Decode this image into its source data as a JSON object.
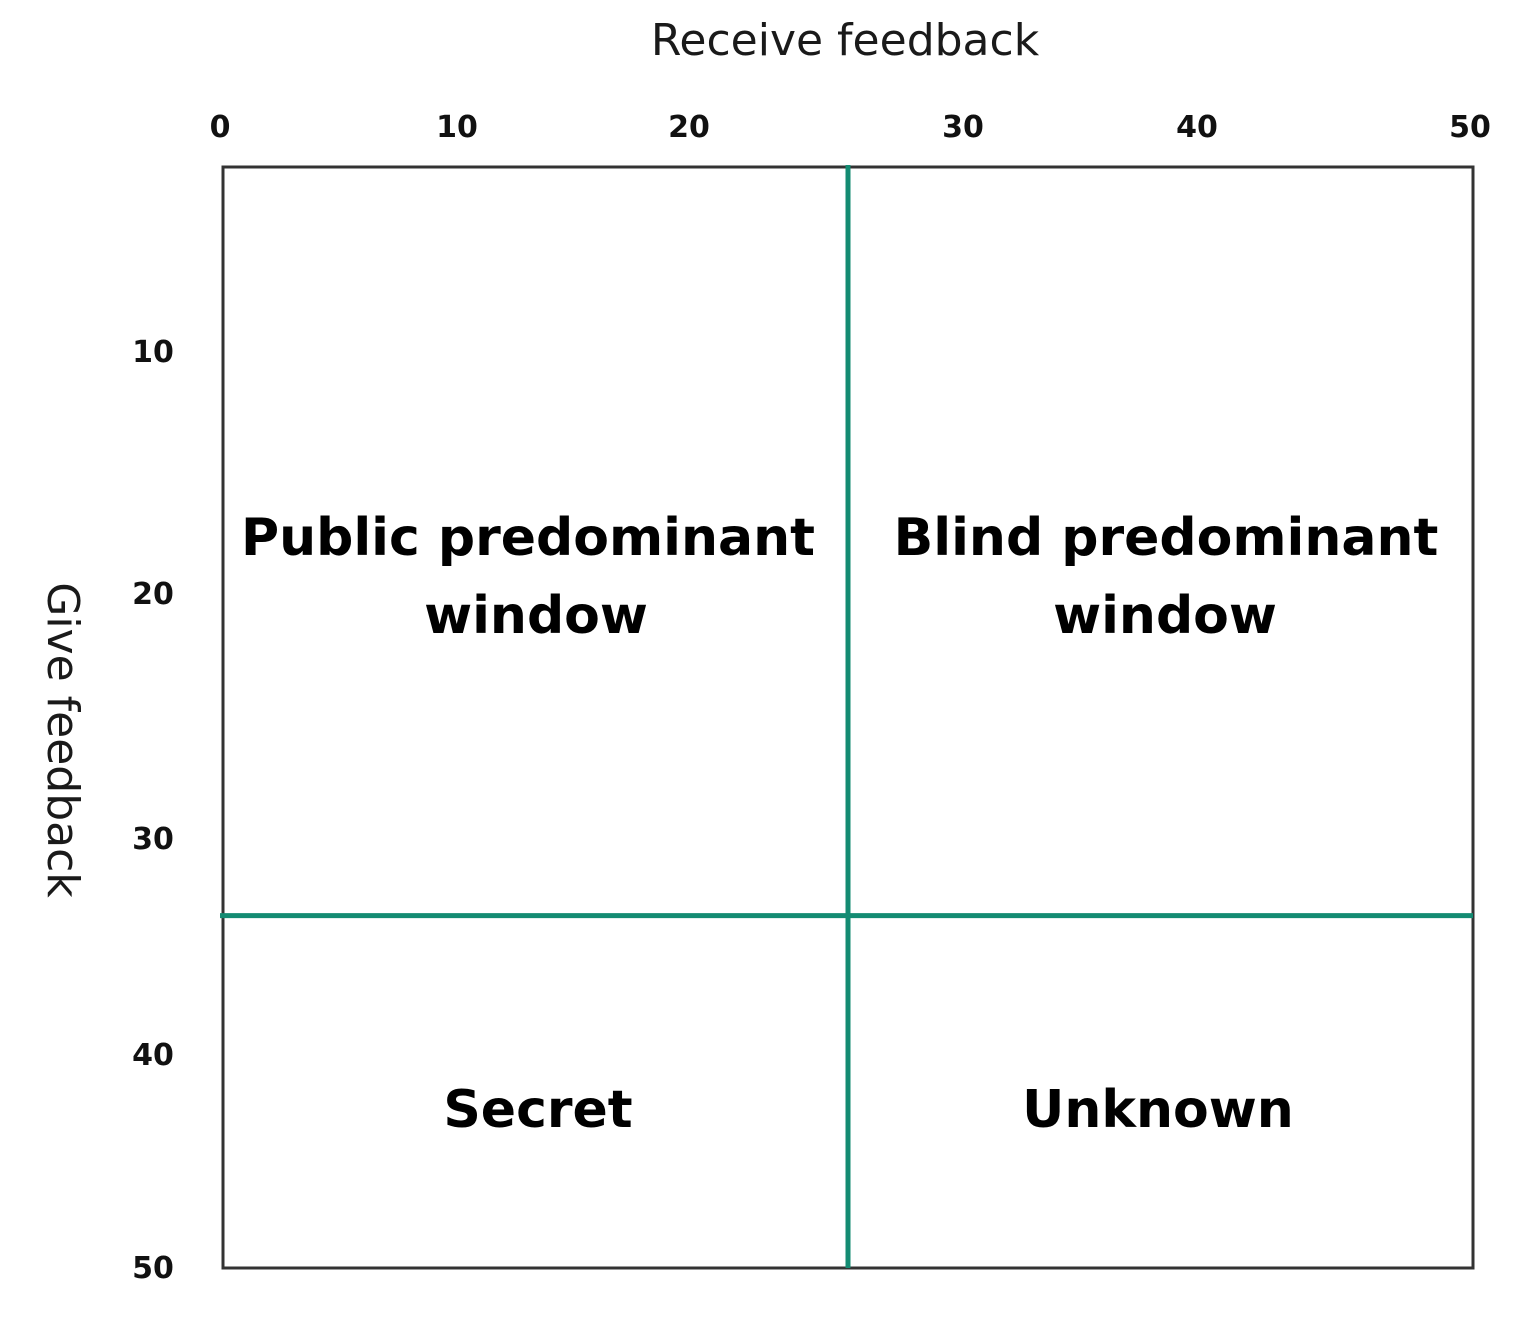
{
  "title": "Receive feedback",
  "y_axis_title": "Give feedback",
  "x_ticks": [
    "0",
    "10",
    "20",
    "30",
    "40",
    "50"
  ],
  "y_ticks": [
    "10",
    "20",
    "30",
    "40",
    "50"
  ],
  "colors": {
    "divider": "#138b72",
    "frame": "#333333",
    "text": "#000000"
  },
  "quadrants": {
    "top_left": {
      "line1": "Public predominant",
      "line2": "window"
    },
    "top_right": {
      "line1": "Blind predominant",
      "line2": "window"
    },
    "bottom_left": {
      "line1": "Secret"
    },
    "bottom_right": {
      "line1": "Unknown"
    }
  },
  "divisions": {
    "receive_feedback": 25,
    "give_feedback": 34
  }
}
